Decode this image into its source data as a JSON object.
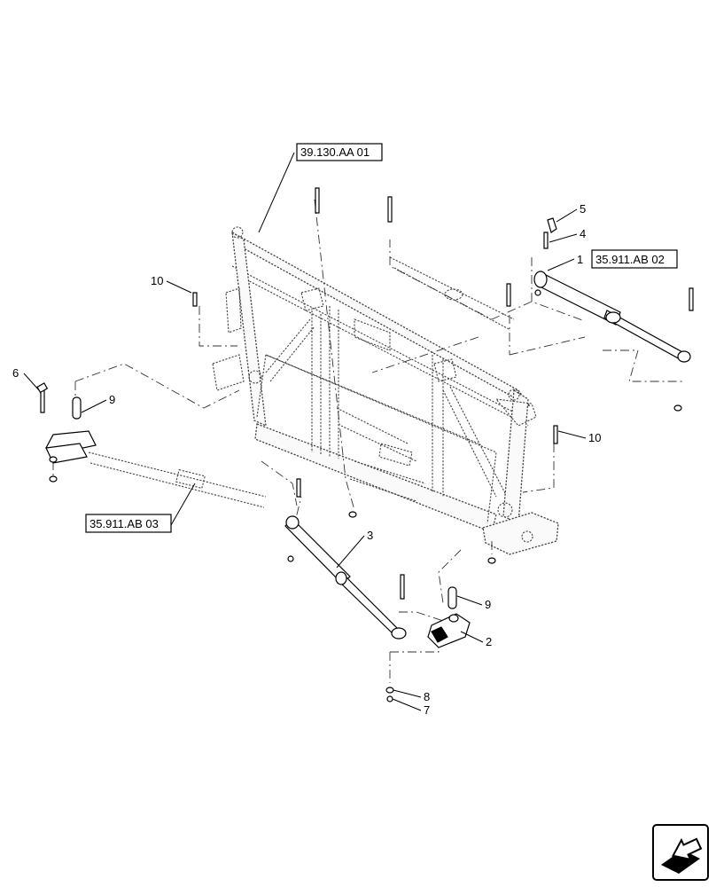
{
  "references": {
    "ref_top": "39.130.AA 01",
    "ref_right": "35.911.AB 02",
    "ref_left": "35.911.AB 03"
  },
  "callouts": {
    "c1": "1",
    "c2": "2",
    "c3": "3",
    "c4": "4",
    "c5": "5",
    "c6": "6",
    "c7": "7",
    "c8": "8",
    "c9a": "9",
    "c9b": "9",
    "c10a": "10",
    "c10b": "10"
  },
  "icons": {
    "nav": "next-page-arrow-icon"
  }
}
